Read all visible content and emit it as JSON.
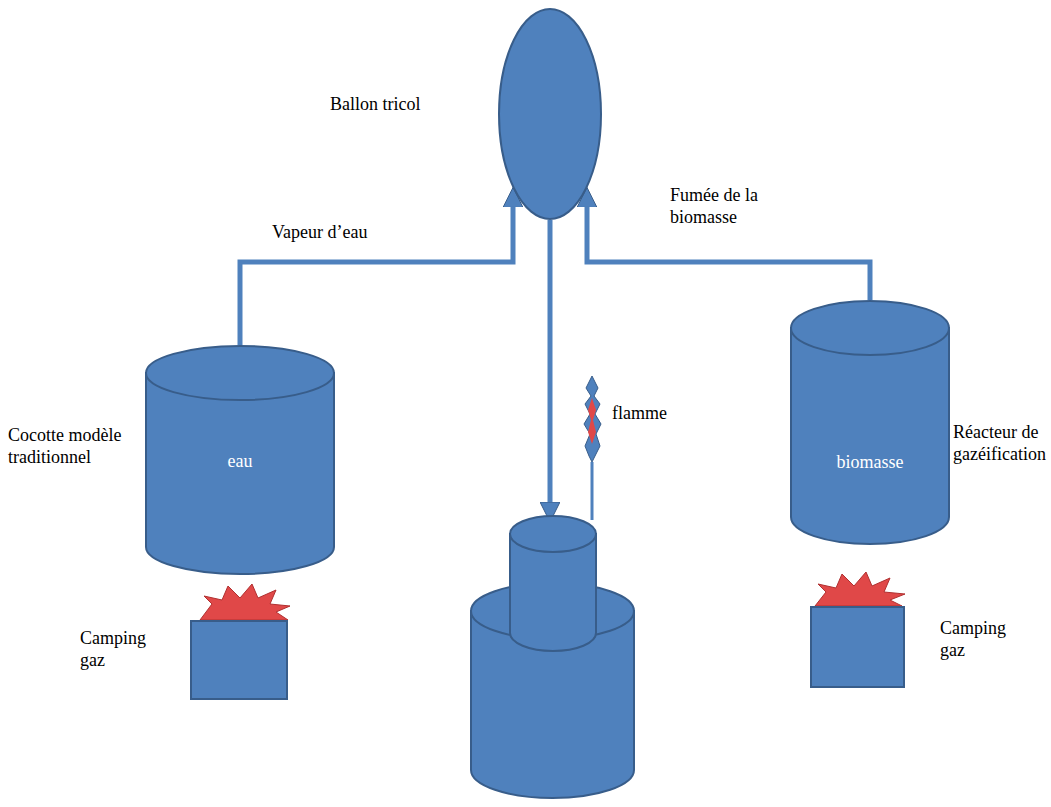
{
  "diagram": {
    "nodes": [
      {
        "text": [
          "Ballon tricol"
        ]
      },
      {
        "text": [
          "Cocotte modèle traditionnel",
          "eau"
        ]
      },
      {
        "text": [
          "Camping gaz"
        ]
      },
      {
        "text": [
          "flamme"
        ]
      },
      {
        "text": [
          "Réacteur de gazéification",
          "biomasse"
        ]
      },
      {
        "text": [
          "Camping gaz"
        ]
      }
    ],
    "edges": [
      {
        "from": 1,
        "to": 0,
        "label": "Vapeur d’eau",
        "arrow": "to"
      },
      {
        "from": 4,
        "to": 0,
        "label": "Fumée de la biomasse",
        "arrow": "to"
      },
      {
        "from": 0,
        "to": 3,
        "arrow": "to"
      }
    ]
  }
}
